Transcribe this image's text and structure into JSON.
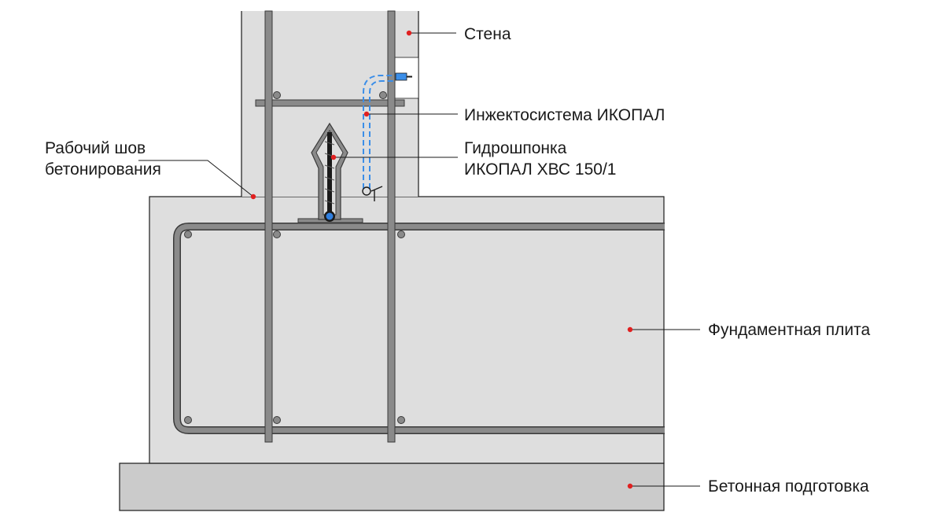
{
  "labels": {
    "wall": "Стена",
    "injection": "Инжектосистема ИКОПАЛ",
    "waterstop_line1": "Гидрошпонка",
    "waterstop_line2": "ИКОПАЛ ХВС 150/1",
    "joint_line1": "Рабочий шов",
    "joint_line2": "бетонирования",
    "slab": "Фундаментная плита",
    "base": "Бетонная подготовка"
  },
  "colors": {
    "concrete": "#dedede",
    "base_concrete": "#cbcbcb",
    "rebar": "#7a7a7a",
    "rebar_outline": "#3a3a3a",
    "injection_hose": "#3b8ee8",
    "leader_dot": "#e02020",
    "outline": "#1a1a1a"
  }
}
